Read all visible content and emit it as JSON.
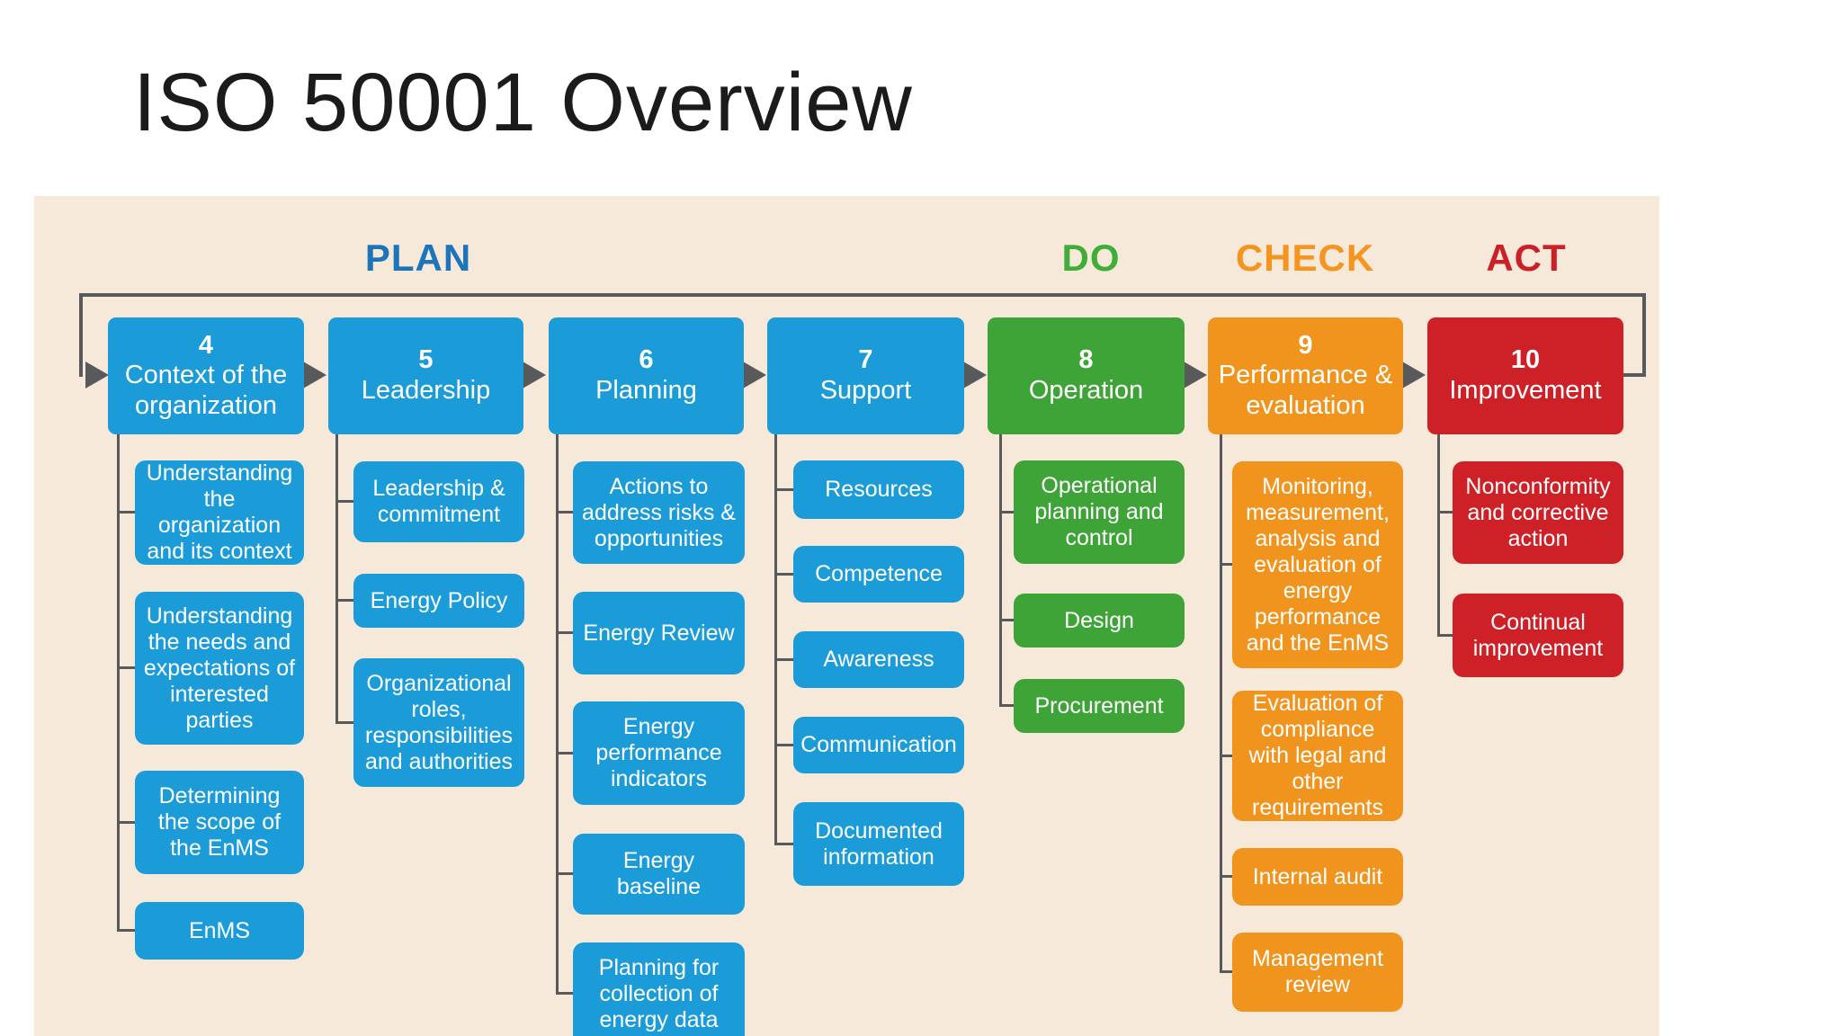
{
  "title": "ISO 50001 Overview",
  "phases": [
    {
      "label": "PLAN"
    },
    {
      "label": "DO"
    },
    {
      "label": "CHECK"
    },
    {
      "label": "ACT"
    }
  ],
  "columns": [
    {
      "number": "4",
      "title": "Context of the organization",
      "children": [
        "Understanding the organization and its context",
        "Understanding the needs and expectations of interested parties",
        "Determining the scope of the EnMS",
        "EnMS"
      ]
    },
    {
      "number": "5",
      "title": "Leadership",
      "children": [
        "Leadership & commitment",
        "Energy Policy",
        "Organizational roles, responsibilities and authorities"
      ]
    },
    {
      "number": "6",
      "title": "Planning",
      "children": [
        "Actions to address risks & opportunities",
        "Energy Review",
        "Energy performance indicators",
        "Energy baseline",
        "Planning for collection of energy data"
      ]
    },
    {
      "number": "7",
      "title": "Support",
      "children": [
        "Resources",
        "Competence",
        "Awareness",
        "Communication",
        "Documented information"
      ]
    },
    {
      "number": "8",
      "title": "Operation",
      "children": [
        "Operational planning and control",
        "Design",
        "Procurement"
      ]
    },
    {
      "number": "9",
      "title": "Performance & evaluation",
      "children": [
        "Monitoring, measurement, analysis and evaluation of energy performance and the EnMS",
        "Evaluation of compliance with legal and other requirements",
        "Internal audit",
        "Management review"
      ]
    },
    {
      "number": "10",
      "title": "Improvement",
      "children": [
        "Nonconformity and corrective action",
        "Continual improvement"
      ]
    }
  ],
  "colors": {
    "blue": "#1B9CD9",
    "green": "#3EA438",
    "orange": "#F0941E",
    "red": "#CE2027",
    "header_plan": "#1C74BB",
    "header_do": "#3FAE37",
    "header_check": "#F5941F",
    "header_act": "#CB2026",
    "panel_bg": "#F7E9DA",
    "connector": "#58595B",
    "title_text": "#1B1B1B",
    "box_text": "#FFFFFF"
  }
}
